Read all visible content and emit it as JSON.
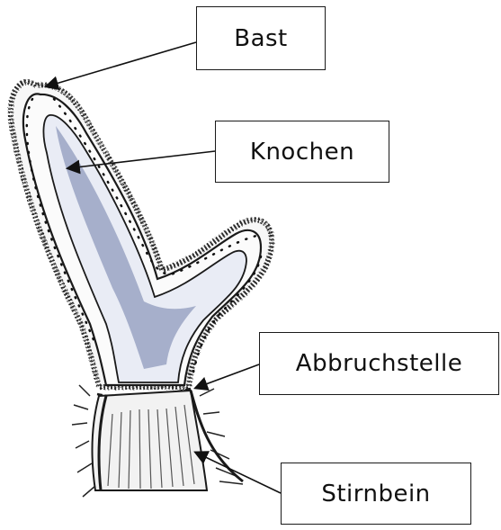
{
  "labels": {
    "bast": "Bast",
    "knochen": "Knochen",
    "abbruchstelle": "Abbruchstelle",
    "stirnbein": "Stirnbein"
  },
  "colors": {
    "outline": "#1a1a1a",
    "velvet": "#2b2b2b",
    "bone_shade": "#6f7ea8",
    "background": "#ffffff"
  }
}
